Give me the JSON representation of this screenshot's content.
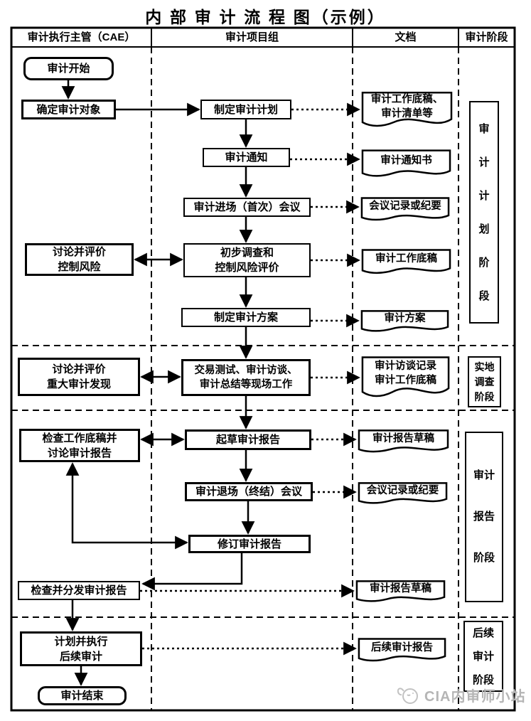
{
  "title": "内 部 审 计 流 程 图（示例）",
  "header": {
    "executive": "审计执行主管（CAE）",
    "team": "审计项目组",
    "documents": "文档",
    "phase": "审计阶段"
  },
  "nodes": {
    "start": "审计开始",
    "determine_object": "确定审计对象",
    "make_plan": "制定审计计划",
    "notice": "审计通知",
    "entrance_meeting": "审计进场（首次）会议",
    "discuss_control_risk": "讨论并评价\n控制风险",
    "preliminary_survey": "初步调查和\n控制风险评价",
    "audit_program": "制定审计方案",
    "discuss_findings": "讨论并评价\n重大审计发现",
    "fieldwork": "交易测试、审计访谈、\n审计总结等现场工作",
    "review_workpapers": "检查工作底稿并\n讨论审计报告",
    "draft_report": "起草审计报告",
    "exit_meeting": "审计退场（终结）会议",
    "revise_report": "修订审计报告",
    "distribute_report": "检查并分发审计报告",
    "follow_up": "计划并执行\n后续审计",
    "end": "审计结束"
  },
  "documents": {
    "workpapers_checklist": "审计工作底稿、\n审计清单等",
    "notice_letter": "审计通知书",
    "meeting_minutes_1": "会议记录或纪要",
    "workpapers": "审计工作底稿",
    "audit_program_doc": "审计方案",
    "interview_records": "审计访谈记录\n审计工作底稿",
    "draft_report_doc_1": "审计报告草稿",
    "meeting_minutes_2": "会议记录或纪要",
    "draft_report_doc_2": "审计报告草稿",
    "follow_up_report": "后续审计报告"
  },
  "phases": {
    "planning": "审\n计\n计\n划\n阶\n段",
    "field_survey": "实地\n调查\n阶段",
    "reporting": "审计\n报告\n阶段",
    "follow_up_phase": "后续\n审计\n阶段"
  },
  "watermark": "CIA内审师小站"
}
